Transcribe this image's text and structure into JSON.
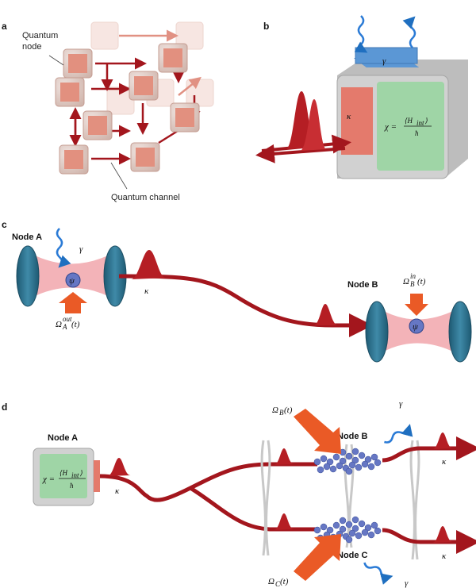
{
  "panels": {
    "a": {
      "letter": "a",
      "node_label_line1": "Quantum",
      "node_label_line2": "node",
      "channel_label": "Quantum channel"
    },
    "b": {
      "letter": "b",
      "gamma": "γ",
      "kappa": "κ",
      "chi_formula": "χ = ⟨H_int⟩ / ħ",
      "chi_lhs": "χ =",
      "chi_num": "⟨H",
      "chi_num_sub": "int",
      "chi_num_end": "⟩",
      "chi_den": "ħ"
    },
    "c": {
      "letter": "c",
      "node_a": "Node A",
      "node_b": "Node B",
      "gamma": "γ",
      "kappa": "κ",
      "atom_symbol": "ψ",
      "omega_a": "Ω",
      "omega_a_sub": "A",
      "omega_a_sup": "out",
      "omega_a_arg": "(t)",
      "omega_b": "Ω",
      "omega_b_sub": "B",
      "omega_b_sup": "in",
      "omega_b_arg": "(t)"
    },
    "d": {
      "letter": "d",
      "node_a": "Node A",
      "node_b": "Node B",
      "node_c": "Node C",
      "chi_lhs": "χ =",
      "chi_num": "⟨H",
      "chi_num_sub": "int",
      "chi_num_end": "⟩",
      "chi_den": "ħ",
      "kappa_a": "κ",
      "kappa_b": "κ",
      "kappa_c": "κ",
      "gamma_b": "γ",
      "gamma_c": "γ",
      "omega_b": "Ω",
      "omega_b_sub": "B",
      "omega_b_arg": "(t)",
      "omega_c": "Ω",
      "omega_c_sub": "C",
      "omega_c_arg": "(t)"
    }
  },
  "colors": {
    "channel": "#a3161d",
    "node_pink": "#e9a396",
    "cube_body": "#cfcfcf",
    "mirror": "#2d6f8c",
    "cavity": "#f3b3b8",
    "laser": "#ea5a26",
    "photon_wave": "#2b7bd6",
    "atom": "#6677c4",
    "green_face": "#9fd5a6",
    "blue_top": "#5b97d5"
  }
}
